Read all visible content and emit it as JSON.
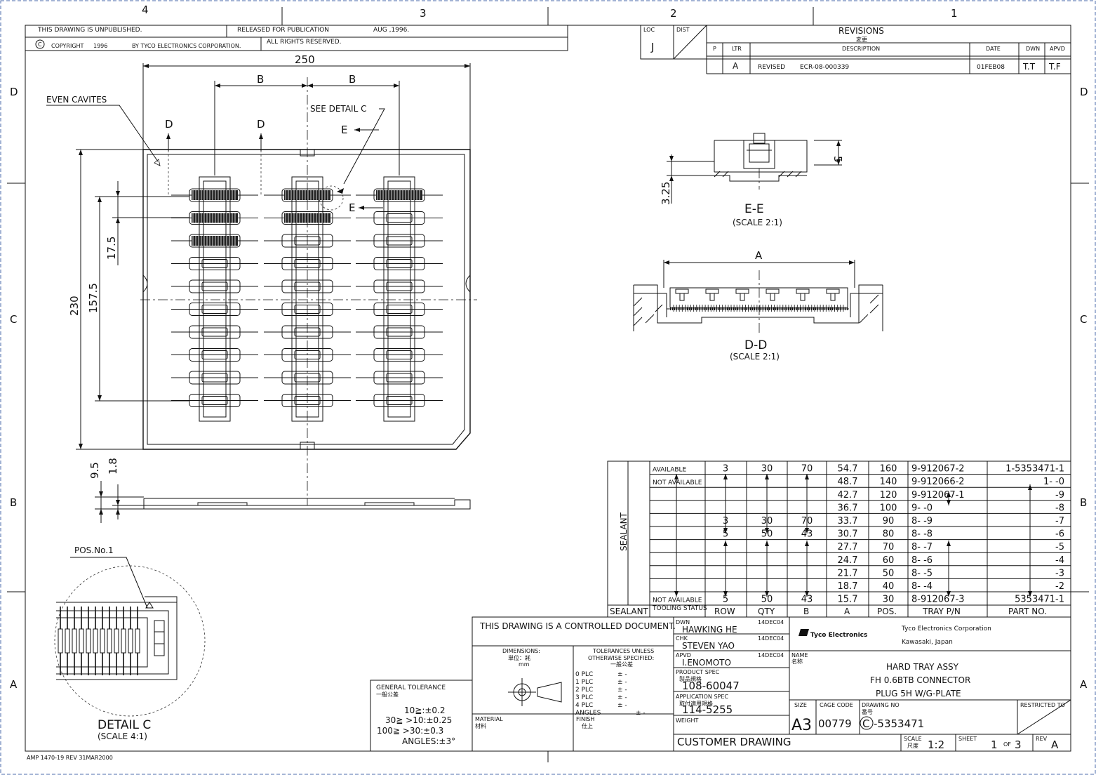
{
  "grid": {
    "columns": [
      "4",
      "3",
      "2",
      "1"
    ],
    "rows": [
      "D",
      "C",
      "B",
      "A"
    ]
  },
  "header": {
    "unpublished": "THIS DRAWING IS UNPUBLISHED.",
    "released": "RELEASED FOR PUBLICATION",
    "release_date": "AUG ,1996.",
    "copyright_symbol": "C",
    "copyright": "COPYRIGHT",
    "copyright_year": "1996",
    "company_line": "BY TYCO ELECTRONICS CORPORATION.",
    "rights": "ALL RIGHTS RESERVED."
  },
  "revisions": {
    "loc_label": "LOC",
    "loc_value": "J",
    "dist_label": "DIST",
    "title": "REVISIONS",
    "title_jp": "変更",
    "col_p": "P",
    "col_ltr": "LTR",
    "col_desc": "DESCRIPTION",
    "col_date": "DATE",
    "col_dwn": "DWN",
    "col_apvd": "APVD",
    "row_ltr": "A",
    "row_desc1": "REVISED",
    "row_desc2": "ECR-08-000339",
    "row_date": "01FEB08",
    "row_dwn": "T.T",
    "row_apvd": "T.F"
  },
  "tray_view": {
    "dim_width": "250",
    "dim_b1": "B",
    "dim_b2": "B",
    "dim_height": "230",
    "dim_pitch_total": "157.5",
    "dim_pitch": "17.5",
    "even_cavities": "EVEN CAVITES",
    "see_detail": "SEE DETAIL C",
    "section_d1": "D",
    "section_d2": "D",
    "section_e1": "E",
    "section_e2": "E",
    "side_dim1": "9.5",
    "side_dim2": "1.8"
  },
  "section_ee": {
    "dim_h": "3.25",
    "dim_5": "5",
    "label": "E-E",
    "scale": "(SCALE 2:1)"
  },
  "section_dd": {
    "dim_a": "A",
    "label": "D-D",
    "scale": "(SCALE 2:1)"
  },
  "detail_c": {
    "pos_label": "POS.No.1",
    "label": "DETAIL C",
    "scale": "(SCALE 4:1)"
  },
  "part_table": {
    "sealant_vertical": "SEALANT",
    "headers": [
      "SEALANT",
      "TOOLING STATUS",
      "ROW",
      "QTY",
      "B",
      "A",
      "POS.",
      "TRAY P/N",
      "PART NO."
    ],
    "rows": [
      {
        "status": "AVAILABLE",
        "row": "3",
        "qty": "30",
        "b": "70",
        "a": "54.7",
        "pos": "160",
        "tray": "9-912067-2",
        "part": "1-5353471-1"
      },
      {
        "status": "NOT AVAILABLE",
        "row": "",
        "qty": "",
        "b": "",
        "a": "48.7",
        "pos": "140",
        "tray": "9-912066-2",
        "part": "1-          -0"
      },
      {
        "status": "",
        "row": "",
        "qty": "",
        "b": "",
        "a": "42.7",
        "pos": "120",
        "tray": "9-912067-1",
        "part": "-9"
      },
      {
        "status": "",
        "row": "",
        "qty": "",
        "b": "",
        "a": "36.7",
        "pos": "100",
        "tray": "9-          -0",
        "part": "-8"
      },
      {
        "status": "",
        "row": "3",
        "qty": "30",
        "b": "70",
        "a": "33.7",
        "pos": "90",
        "tray": "8-          -9",
        "part": "-7"
      },
      {
        "status": "",
        "row": "5",
        "qty": "50",
        "b": "43",
        "a": "30.7",
        "pos": "80",
        "tray": "8-          -8",
        "part": "-6"
      },
      {
        "status": "",
        "row": "",
        "qty": "",
        "b": "",
        "a": "27.7",
        "pos": "70",
        "tray": "8-          -7",
        "part": "-5"
      },
      {
        "status": "",
        "row": "",
        "qty": "",
        "b": "",
        "a": "24.7",
        "pos": "60",
        "tray": "8-          -6",
        "part": "-4"
      },
      {
        "status": "",
        "row": "",
        "qty": "",
        "b": "",
        "a": "21.7",
        "pos": "50",
        "tray": "8-          -5",
        "part": "-3"
      },
      {
        "status": "",
        "row": "",
        "qty": "",
        "b": "",
        "a": "18.7",
        "pos": "40",
        "tray": "8-          -4",
        "part": "-2"
      },
      {
        "status": "NOT AVAILABLE",
        "row": "5",
        "qty": "50",
        "b": "43",
        "a": "15.7",
        "pos": "30",
        "tray": "8-912067-3",
        "part": "5353471-1"
      }
    ]
  },
  "title_block": {
    "controlled": "THIS DRAWING IS A CONTROLLED DOCUMENT.",
    "dwn_label": "DWN",
    "dwn_name": "HAWKING HE",
    "dwn_date": "14DEC04",
    "chk_label": "CHK",
    "chk_name": "STEVEN YAO",
    "chk_date": "14DEC04",
    "apvd_label": "APVD",
    "apvd_name": "I.ENOMOTO",
    "apvd_date": "14DEC04",
    "product_spec_label": "PRODUCT SPEC",
    "product_spec_jp": "製品規格",
    "product_spec": "108-60047",
    "app_spec_label": "APPLICATION SPEC",
    "app_spec_jp": "取付適用規格",
    "app_spec": "114-5255",
    "weight_label": "WEIGHT",
    "dimensions_label": "DIMENSIONS:",
    "dimensions_unit_jp": "単位：耗",
    "dimensions_unit": "mm",
    "tol_title1": "TOLERANCES UNLESS",
    "tol_title2": "OTHERWISE SPECIFIED:",
    "tol_jp": "一般公差",
    "tol_rows": [
      "0  PLC",
      "1  PLC",
      "2  PLC",
      "3  PLC",
      "4  PLC",
      "ANGLES"
    ],
    "tol_pm": "±  -",
    "material_label": "MATERIAL",
    "material_jp": "材料",
    "finish_label": "FINISH",
    "finish_jp": "仕上",
    "general_tol_label": "GENERAL TOLERANCE",
    "general_tol_jp": "一般公差",
    "general_tol_lines": [
      "10≧:±0.2",
      "30≧  >10:±0.25",
      "100≧  >30:±0.3",
      "ANGLES:±3°"
    ],
    "company": "Tyco Electronics Corporation",
    "location": "Kawasaki, Japan",
    "logo_text": "Tyco Electronics",
    "name_label": "NAME",
    "name_jp": "名称",
    "title_lines": [
      "HARD TRAY ASSY",
      "FH 0.6BTB CONNECTOR",
      "PLUG 5H W/G-PLATE"
    ],
    "size_label": "SIZE",
    "size": "A3",
    "cage_label": "CAGE CODE",
    "cage": "00779",
    "dwg_label": "DRAWING NO",
    "dwg_jp": "番号",
    "dwg_prefix": "C",
    "dwg_no": "-5353471",
    "restricted_label": "RESTRICTED TO",
    "customer": "CUSTOMER DRAWING",
    "scale_label": "SCALE",
    "scale_jp": "尺度",
    "scale": "1:2",
    "sheet_label": "SHEET",
    "sheet": "1",
    "sheet_of": "OF",
    "sheet_total": "3",
    "rev_label": "REV",
    "rev": "A"
  },
  "footer": {
    "form": "AMP 1470-19 REV 31MAR2000"
  }
}
